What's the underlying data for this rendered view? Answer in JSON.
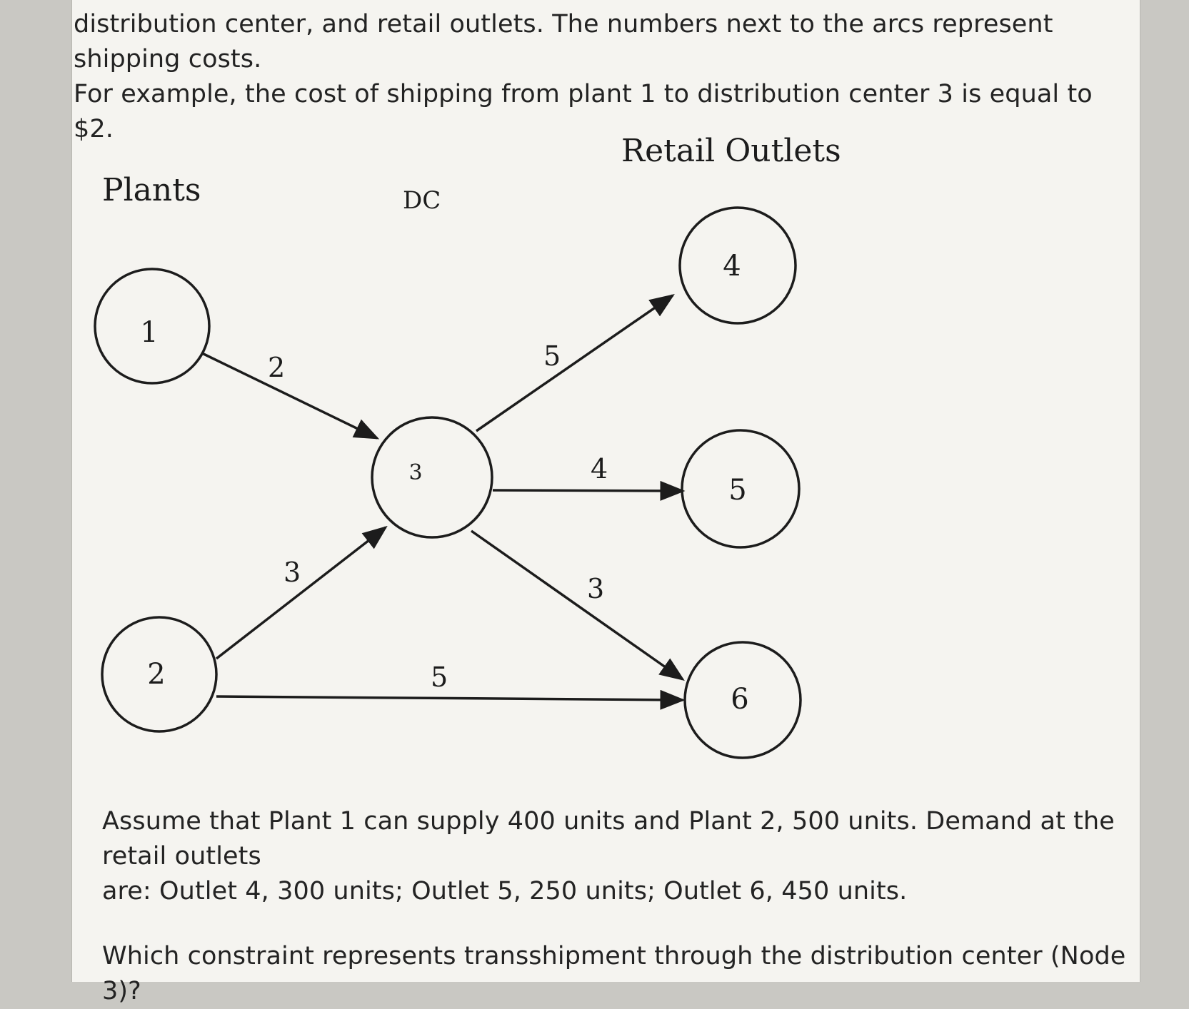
{
  "intro": {
    "line1": "distribution center, and retail outlets. The numbers next to the arcs represent shipping costs.",
    "line2": "For example, the cost of shipping from plant 1 to distribution center 3 is equal to $2."
  },
  "diagram": {
    "group_labels": {
      "plants": "Plants",
      "dc": "DC",
      "retail": "Retail Outlets"
    },
    "nodes": [
      {
        "id": "1",
        "label": "1"
      },
      {
        "id": "2",
        "label": "2"
      },
      {
        "id": "3",
        "label": "3"
      },
      {
        "id": "4",
        "label": "4"
      },
      {
        "id": "5",
        "label": "5"
      },
      {
        "id": "6",
        "label": "6"
      }
    ],
    "arcs": [
      {
        "from": "1",
        "to": "3",
        "cost": "2"
      },
      {
        "from": "2",
        "to": "3",
        "cost": "3"
      },
      {
        "from": "2",
        "to": "6",
        "cost": "5"
      },
      {
        "from": "3",
        "to": "4",
        "cost": "5"
      },
      {
        "from": "3",
        "to": "5",
        "cost": "4"
      },
      {
        "from": "3",
        "to": "6",
        "cost": "3"
      }
    ]
  },
  "assumption": {
    "line1": "Assume that Plant 1 can supply 400 units and Plant 2, 500 units. Demand at the retail outlets",
    "line2": "are: Outlet 4, 300 units; Outlet 5, 250 units; Outlet 6, 450 units."
  },
  "question": "Which constraint represents transshipment through the distribution center (Node 3)?"
}
